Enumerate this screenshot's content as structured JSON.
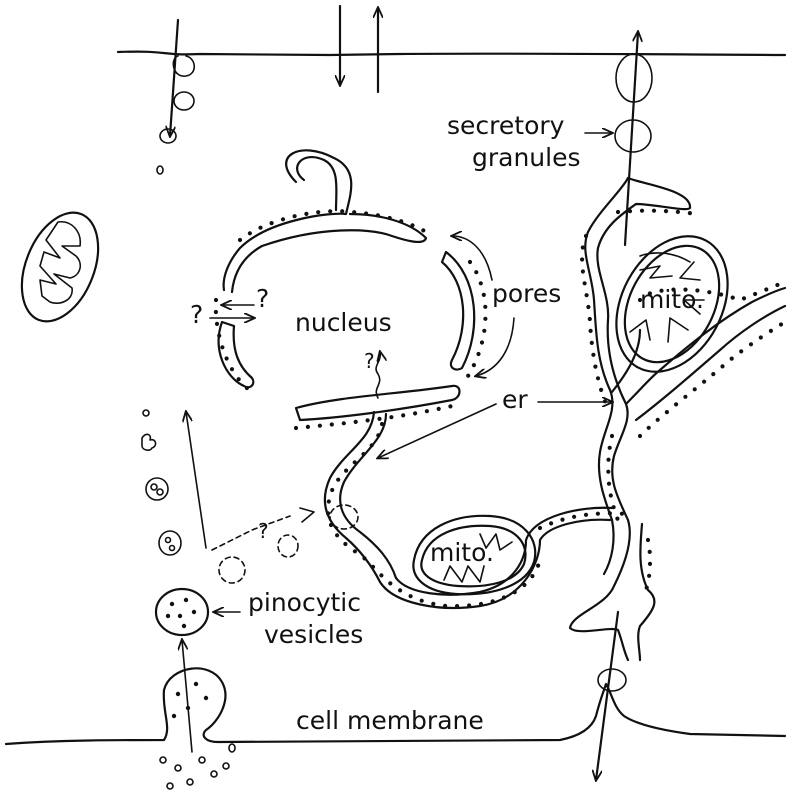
{
  "labels": {
    "secretory_line1": "secretory",
    "secretory_line2": "granules",
    "pores": "pores",
    "nucleus": "nucleus",
    "er": "er",
    "mito_right": "mito.",
    "mito_bottom": "mito.",
    "pinocytic_line1": "pinocytic",
    "pinocytic_line2": "vesicles",
    "cell_membrane": "cell membrane",
    "question_left_a": "?",
    "question_left_b": "?",
    "question_nucleus_bottom": "?",
    "question_dashed": "?"
  }
}
